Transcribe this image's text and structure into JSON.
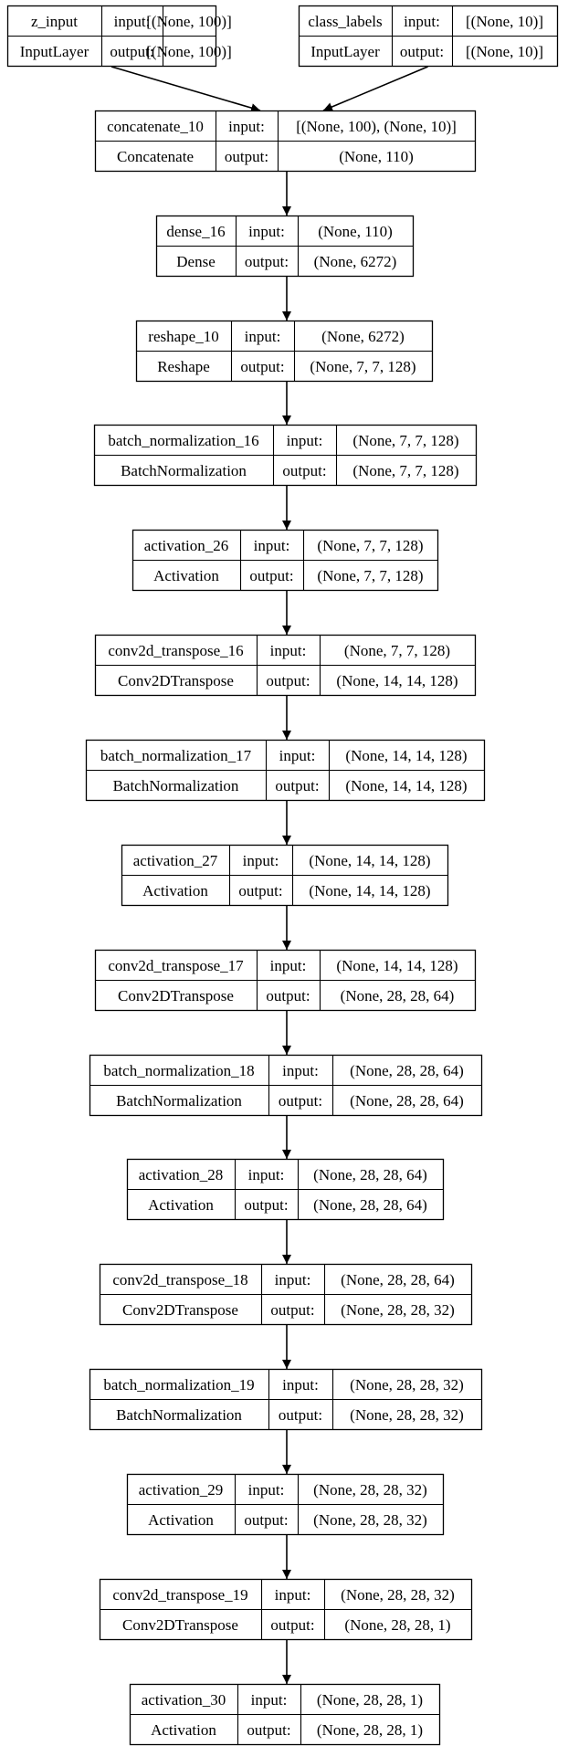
{
  "diagram": {
    "layers": [
      {
        "id": "z_input",
        "name": "z_input",
        "type": "InputLayer",
        "input_label": "input:",
        "output_label": "output:",
        "input": "[(None, 100)]",
        "output": "[(None, 100)]"
      },
      {
        "id": "class_labels",
        "name": "class_labels",
        "type": "InputLayer",
        "input_label": "input:",
        "output_label": "output:",
        "input": "[(None, 10)]",
        "output": "[(None, 10)]"
      },
      {
        "id": "concatenate_10",
        "name": "concatenate_10",
        "type": "Concatenate",
        "input_label": "input:",
        "output_label": "output:",
        "input": "[(None, 100), (None, 10)]",
        "output": "(None, 110)"
      },
      {
        "id": "dense_16",
        "name": "dense_16",
        "type": "Dense",
        "input_label": "input:",
        "output_label": "output:",
        "input": "(None, 110)",
        "output": "(None, 6272)"
      },
      {
        "id": "reshape_10",
        "name": "reshape_10",
        "type": "Reshape",
        "input_label": "input:",
        "output_label": "output:",
        "input": "(None, 6272)",
        "output": "(None, 7, 7, 128)"
      },
      {
        "id": "batch_normalization_16",
        "name": "batch_normalization_16",
        "type": "BatchNormalization",
        "input_label": "input:",
        "output_label": "output:",
        "input": "(None, 7, 7, 128)",
        "output": "(None, 7, 7, 128)"
      },
      {
        "id": "activation_26",
        "name": "activation_26",
        "type": "Activation",
        "input_label": "input:",
        "output_label": "output:",
        "input": "(None, 7, 7, 128)",
        "output": "(None, 7, 7, 128)"
      },
      {
        "id": "conv2d_transpose_16",
        "name": "conv2d_transpose_16",
        "type": "Conv2DTranspose",
        "input_label": "input:",
        "output_label": "output:",
        "input": "(None, 7, 7, 128)",
        "output": "(None, 14, 14, 128)"
      },
      {
        "id": "batch_normalization_17",
        "name": "batch_normalization_17",
        "type": "BatchNormalization",
        "input_label": "input:",
        "output_label": "output:",
        "input": "(None, 14, 14, 128)",
        "output": "(None, 14, 14, 128)"
      },
      {
        "id": "activation_27",
        "name": "activation_27",
        "type": "Activation",
        "input_label": "input:",
        "output_label": "output:",
        "input": "(None, 14, 14, 128)",
        "output": "(None, 14, 14, 128)"
      },
      {
        "id": "conv2d_transpose_17",
        "name": "conv2d_transpose_17",
        "type": "Conv2DTranspose",
        "input_label": "input:",
        "output_label": "output:",
        "input": "(None, 14, 14, 128)",
        "output": "(None, 28, 28, 64)"
      },
      {
        "id": "batch_normalization_18",
        "name": "batch_normalization_18",
        "type": "BatchNormalization",
        "input_label": "input:",
        "output_label": "output:",
        "input": "(None, 28, 28, 64)",
        "output": "(None, 28, 28, 64)"
      },
      {
        "id": "activation_28",
        "name": "activation_28",
        "type": "Activation",
        "input_label": "input:",
        "output_label": "output:",
        "input": "(None, 28, 28, 64)",
        "output": "(None, 28, 28, 64)"
      },
      {
        "id": "conv2d_transpose_18",
        "name": "conv2d_transpose_18",
        "type": "Conv2DTranspose",
        "input_label": "input:",
        "output_label": "output:",
        "input": "(None, 28, 28, 64)",
        "output": "(None, 28, 28, 32)"
      },
      {
        "id": "batch_normalization_19",
        "name": "batch_normalization_19",
        "type": "BatchNormalization",
        "input_label": "input:",
        "output_label": "output:",
        "input": "(None, 28, 28, 32)",
        "output": "(None, 28, 28, 32)"
      },
      {
        "id": "activation_29",
        "name": "activation_29",
        "type": "Activation",
        "input_label": "input:",
        "output_label": "output:",
        "input": "(None, 28, 28, 32)",
        "output": "(None, 28, 28, 32)"
      },
      {
        "id": "conv2d_transpose_19",
        "name": "conv2d_transpose_19",
        "type": "Conv2DTranspose",
        "input_label": "input:",
        "output_label": "output:",
        "input": "(None, 28, 28, 32)",
        "output": "(None, 28, 28, 1)"
      },
      {
        "id": "activation_30",
        "name": "activation_30",
        "type": "Activation",
        "input_label": "input:",
        "output_label": "output:",
        "input": "(None, 28, 28, 1)",
        "output": "(None, 28, 28, 1)"
      }
    ],
    "edges": [
      {
        "from": "z_input",
        "to": "concatenate_10"
      },
      {
        "from": "class_labels",
        "to": "concatenate_10"
      },
      {
        "from": "concatenate_10",
        "to": "dense_16"
      },
      {
        "from": "dense_16",
        "to": "reshape_10"
      },
      {
        "from": "reshape_10",
        "to": "batch_normalization_16"
      },
      {
        "from": "batch_normalization_16",
        "to": "activation_26"
      },
      {
        "from": "activation_26",
        "to": "conv2d_transpose_16"
      },
      {
        "from": "conv2d_transpose_16",
        "to": "batch_normalization_17"
      },
      {
        "from": "batch_normalization_17",
        "to": "activation_27"
      },
      {
        "from": "activation_27",
        "to": "conv2d_transpose_17"
      },
      {
        "from": "conv2d_transpose_17",
        "to": "batch_normalization_18"
      },
      {
        "from": "batch_normalization_18",
        "to": "activation_28"
      },
      {
        "from": "activation_28",
        "to": "conv2d_transpose_18"
      },
      {
        "from": "conv2d_transpose_18",
        "to": "batch_normalization_19"
      },
      {
        "from": "batch_normalization_19",
        "to": "activation_29"
      },
      {
        "from": "activation_29",
        "to": "conv2d_transpose_19"
      },
      {
        "from": "conv2d_transpose_19",
        "to": "activation_30"
      }
    ]
  }
}
